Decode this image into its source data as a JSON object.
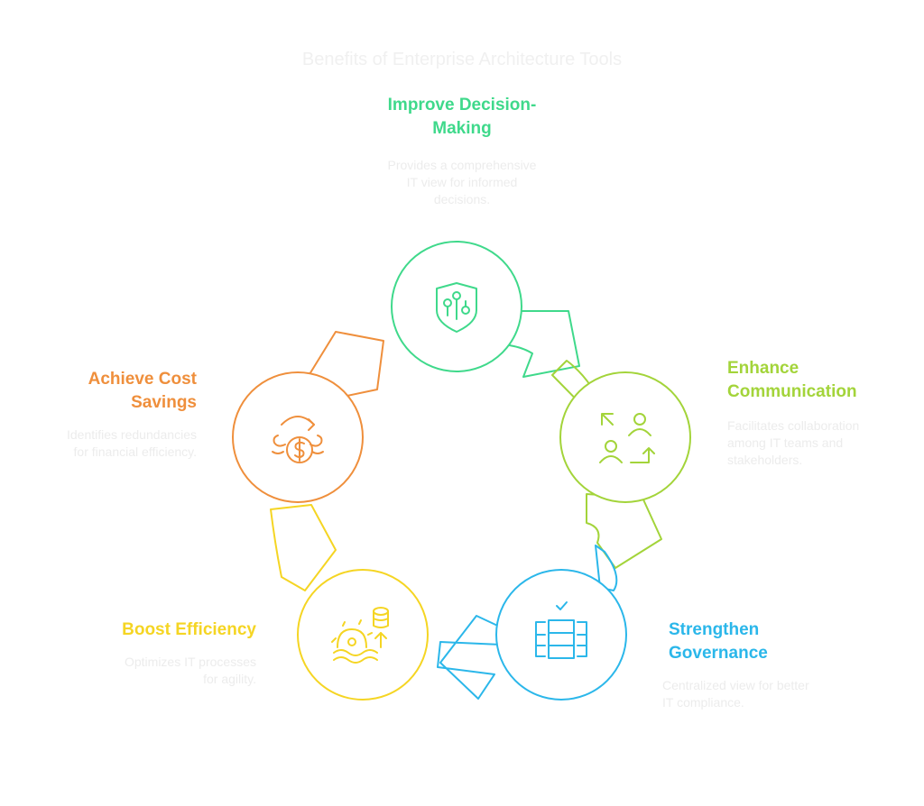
{
  "title": "Benefits of Enterprise Architecture Tools",
  "colors": {
    "decision": "#3fd98b",
    "communication": "#a3d43a",
    "governance": "#2bb7ea",
    "efficiency": "#f5d523",
    "cost": "#ef8f3c"
  },
  "nodes": [
    {
      "id": "decision",
      "heading": "Improve Decision-Making",
      "heading_lines": [
        "Improve Decision-",
        "Making"
      ],
      "description": "Provides a comprehensive IT view for informed decisions.",
      "description_lines": [
        "Provides a comprehensive",
        "IT view for informed",
        "decisions."
      ],
      "icon": "shield-network-icon",
      "color": "#3fd98b"
    },
    {
      "id": "communication",
      "heading": "Enhance Communication",
      "heading_lines": [
        "Enhance",
        "Communication"
      ],
      "description": "Facilitates collaboration among IT teams and stakeholders.",
      "description_lines": [
        "Facilitates collaboration",
        "among IT teams and",
        "stakeholders."
      ],
      "icon": "user-exchange-icon",
      "color": "#a3d43a"
    },
    {
      "id": "governance",
      "heading": "Strengthen Governance",
      "heading_lines": [
        "Strengthen",
        "Governance"
      ],
      "description": "Centralized view for better IT compliance.",
      "description_lines": [
        "Centralized view for better",
        "IT compliance."
      ],
      "icon": "server-check-icon",
      "color": "#2bb7ea"
    },
    {
      "id": "efficiency",
      "heading": "Boost Efficiency",
      "heading_lines": [
        "Boost Efficiency"
      ],
      "description": "Optimizes IT processes for agility.",
      "description_lines": [
        "Optimizes IT processes",
        "for agility."
      ],
      "icon": "gear-database-icon",
      "color": "#f5d523"
    },
    {
      "id": "cost",
      "heading": "Achieve Cost Savings",
      "heading_lines": [
        "Achieve Cost",
        "Savings"
      ],
      "description": "Identifies redundancies for financial efficiency.",
      "description_lines": [
        "Identifies redundancies",
        "for financial efficiency."
      ],
      "icon": "coin-cycle-icon",
      "color": "#ef8f3c"
    }
  ]
}
